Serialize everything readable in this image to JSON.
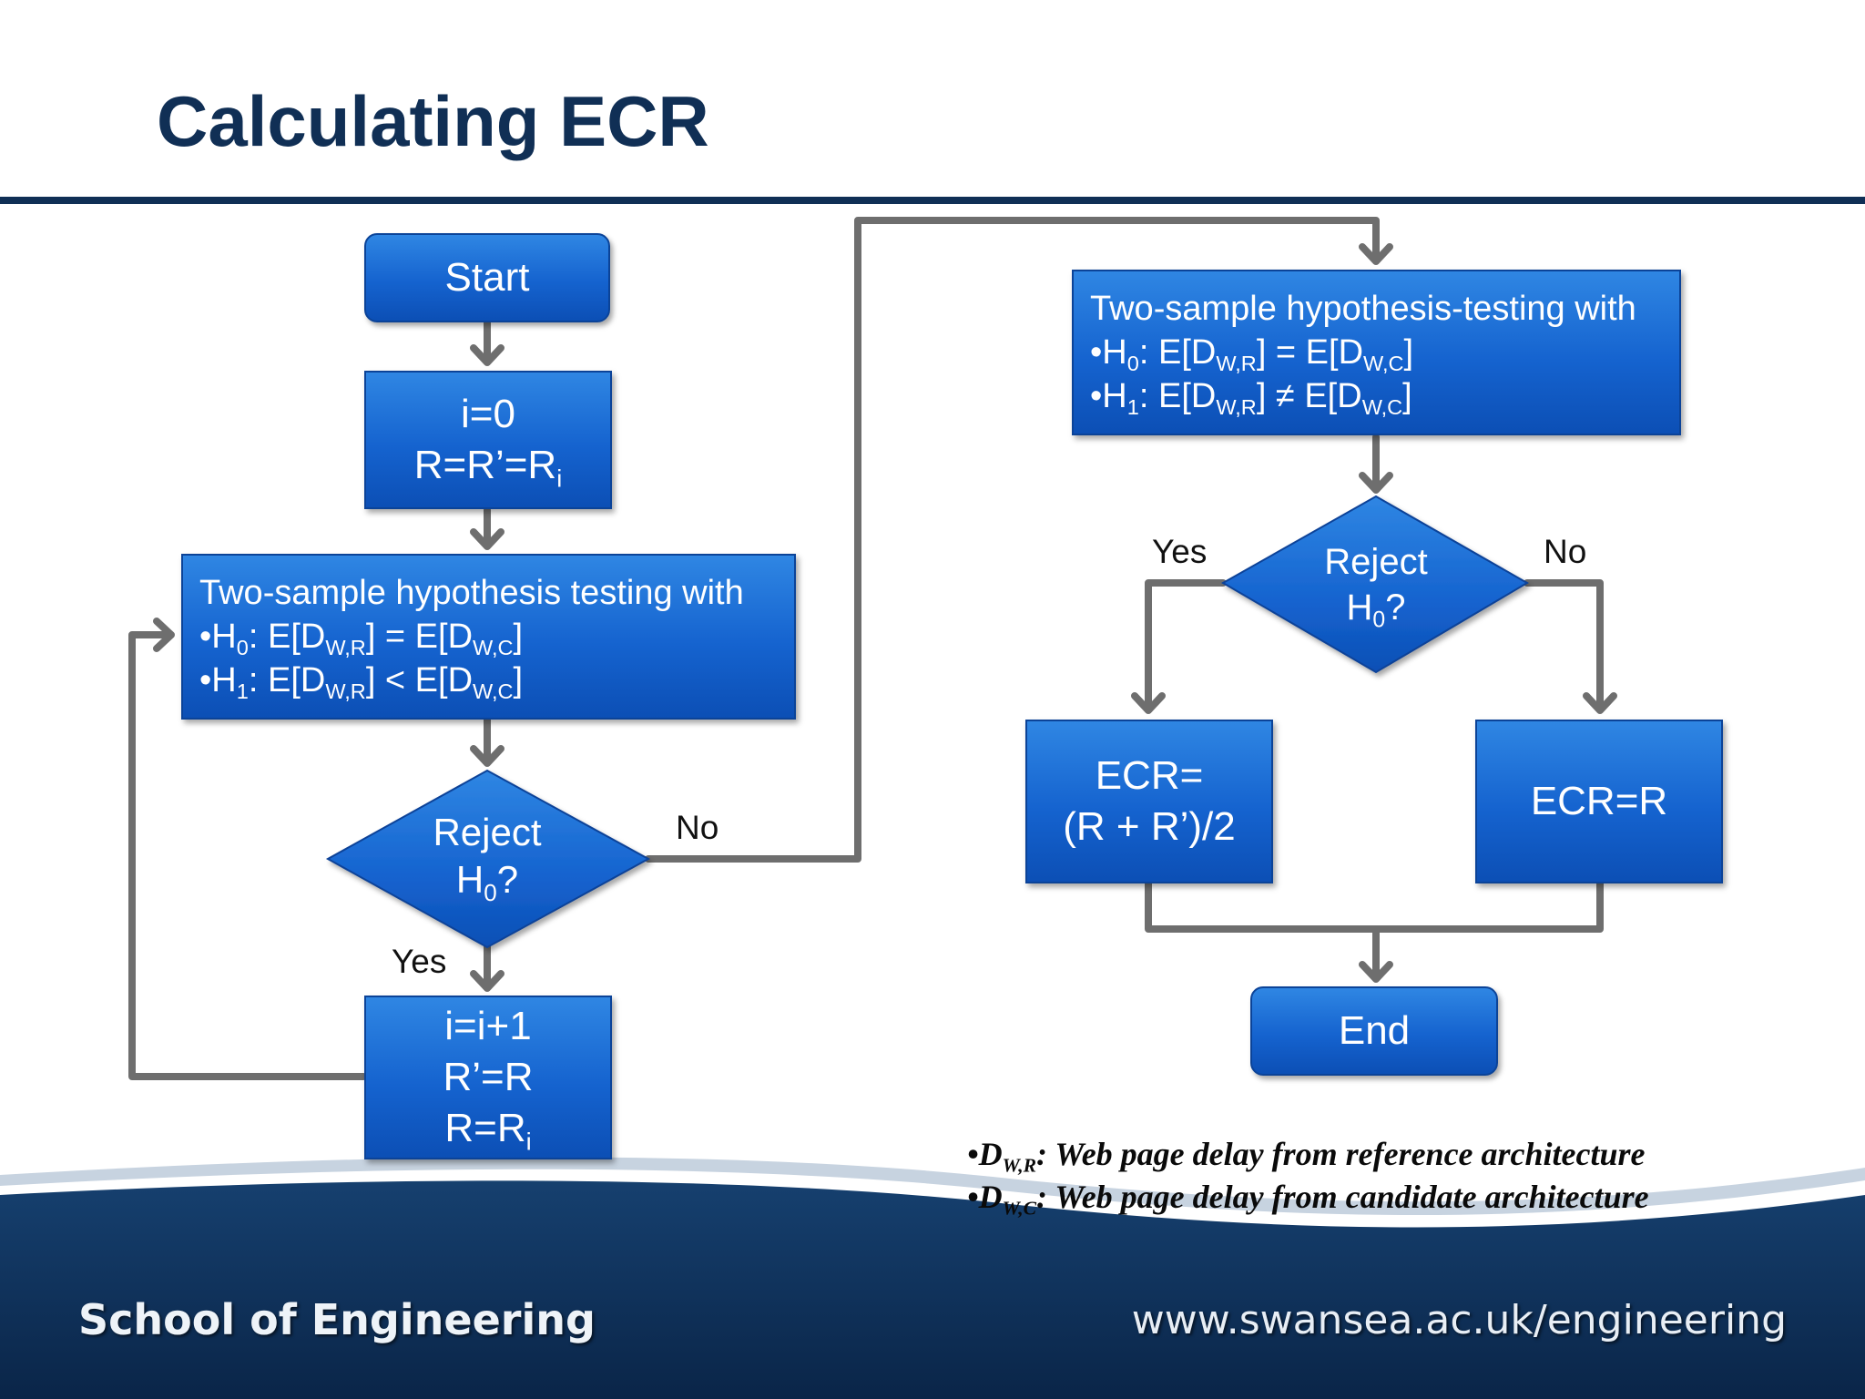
{
  "slide": {
    "title": "Calculating ECR"
  },
  "left_flow": {
    "start": "Start",
    "init": {
      "line1": "i=0",
      "line2_main": "R=R’=R",
      "line2_sub": "i"
    },
    "test1": {
      "heading": "Two-sample hypothesis testing with",
      "h0": {
        "a": "•H",
        "a_sub": "0",
        "b": ": E[D",
        "b_sub": "W,R",
        "c": "] = E[D",
        "c_sub": "W,C",
        "d": "]"
      },
      "h1": {
        "a": "•H",
        "a_sub": "1",
        "b": ": E[D",
        "b_sub": "W,R",
        "c": "] < E[D",
        "c_sub": "W,C",
        "d": "]"
      }
    },
    "decision": {
      "line1": "Reject",
      "line2_main": "H",
      "line2_sub": "0",
      "line2_end": "?"
    },
    "no_label": "No",
    "yes_label": "Yes",
    "increment": {
      "line1": "i=i+1",
      "line2": "R’=R",
      "line3_main": "R=R",
      "line3_sub": "i"
    }
  },
  "right_flow": {
    "test2": {
      "heading": "Two-sample hypothesis-testing with",
      "h0": {
        "a": "•H",
        "a_sub": "0",
        "b": ": E[D",
        "b_sub": "W,R",
        "c": "] = E[D",
        "c_sub": "W,C",
        "d": "]"
      },
      "h1": {
        "a": "•H",
        "a_sub": "1",
        "b": ": E[D",
        "b_sub": "W,R",
        "c": "] ≠ E[D",
        "c_sub": "W,C",
        "d": "]"
      }
    },
    "decision": {
      "line1": "Reject",
      "line2_main": "H",
      "line2_sub": "0",
      "line2_end": "?"
    },
    "yes_label": "Yes",
    "no_label": "No",
    "ecr_yes": {
      "line1": "ECR=",
      "line2": "(R + R’)/2"
    },
    "ecr_no": "ECR=R",
    "end": "End"
  },
  "footnotes": [
    {
      "bullet": "•D",
      "sub": "W,R",
      "text": ": Web page delay from reference architecture"
    },
    {
      "bullet": "•D",
      "sub": "W,C",
      "text": ": Web page delay from candidate architecture"
    }
  ],
  "footer": {
    "left": "School of Engineering",
    "right": "www.swansea.ac.uk/engineering"
  },
  "colors": {
    "title": "#102f55",
    "box_blue": "#1563cf",
    "connector_gray": "#6e6e6e",
    "footer_navy": "#0c2b52"
  }
}
